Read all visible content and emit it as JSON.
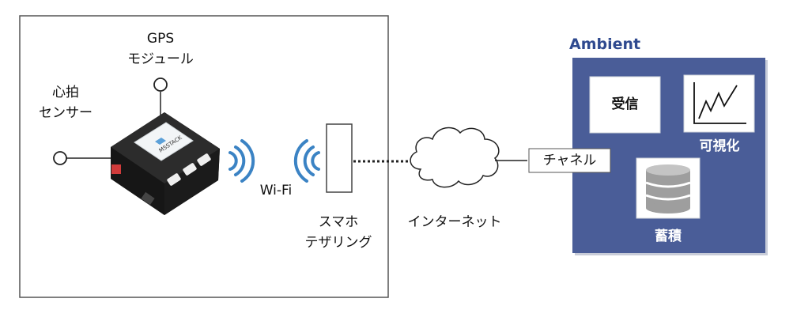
{
  "labels": {
    "gps_line1": "GPS",
    "gps_line2": "モジュール",
    "heart_line1": "心拍",
    "heart_line2": "センサー",
    "wifi": "Wi-Fi",
    "tether_line1": "スマホ",
    "tether_line2": "テザリング",
    "internet": "インターネット",
    "channel": "チャネル",
    "ambient": "Ambient",
    "receive": "受信",
    "visualize": "可視化",
    "store": "蓄積",
    "device_logo": "M5STACK"
  },
  "colors": {
    "ambient_panel": "#4a5d98",
    "ambient_title": "#2f4a8f",
    "wifi_waves": "#3b83c4",
    "device_body": "#222222",
    "device_button": "#e8e8e8",
    "device_red": "#d03b3b"
  }
}
